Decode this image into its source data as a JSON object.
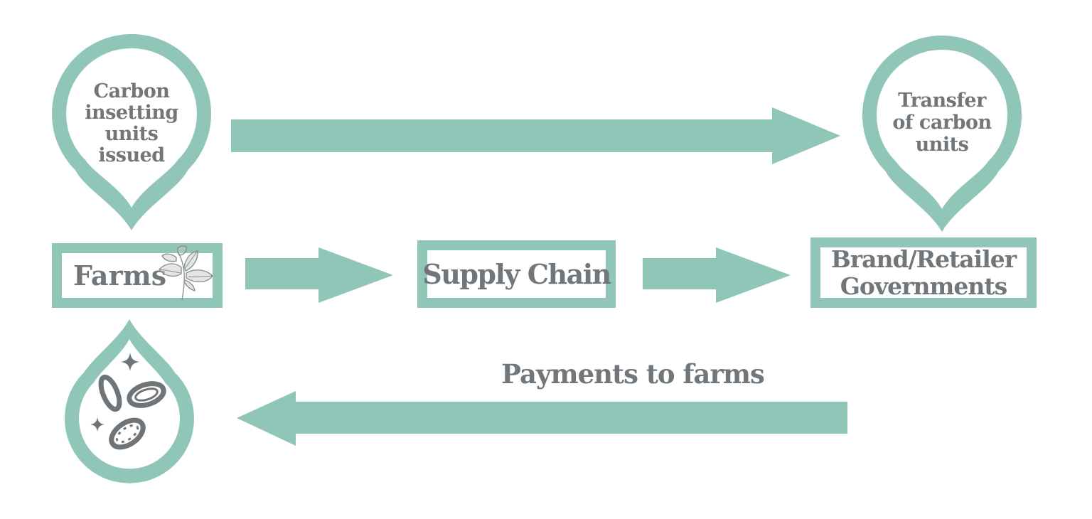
{
  "colors": {
    "teal": "#8fc6b7",
    "text_gray": "#70767a",
    "coin_gray": "#6e7478",
    "plant_gray": "#878c8f",
    "background": "#ffffff"
  },
  "nodes": {
    "carbon_units_pin": {
      "lines": [
        "Carbon",
        "insetting",
        "units",
        "issued"
      ]
    },
    "transfer_pin": {
      "lines": [
        "Transfer",
        "of carbon",
        "units"
      ]
    },
    "farms_box": {
      "label": "Farms"
    },
    "supply_chain_box": {
      "label": "Supply Chain"
    },
    "brand_box": {
      "lines": [
        "Brand/Retailer",
        "Governments"
      ]
    }
  },
  "arrows": {
    "top": {
      "direction": "right"
    },
    "farms_to_supply": {
      "direction": "right"
    },
    "supply_to_brand": {
      "direction": "right"
    },
    "payments": {
      "direction": "left",
      "label": "Payments to farms"
    }
  },
  "icons": {
    "carbon_units_pin": "map-pin-icon",
    "transfer_pin": "map-pin-icon",
    "farms_box": "plant-sketch-icon",
    "payments": "money-droplet-icon"
  }
}
